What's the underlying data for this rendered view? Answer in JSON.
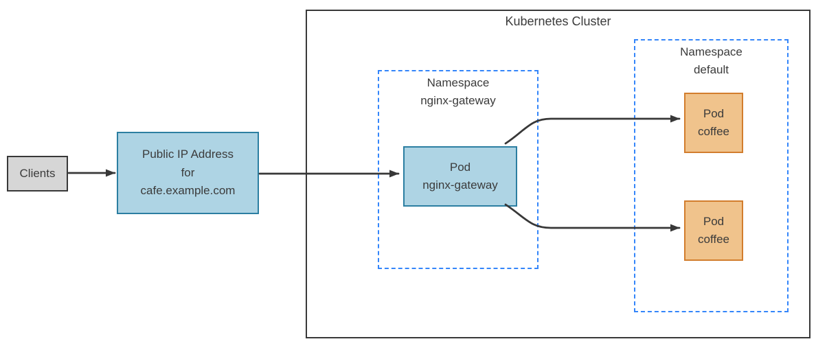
{
  "diagram": {
    "cluster_title": "Kubernetes Cluster",
    "nodes": {
      "clients": {
        "label": "Clients"
      },
      "public_ip": {
        "label": "Public IP Address\nfor\ncafe.example.com"
      },
      "namespace_gateway": {
        "label": "Namespace\nnginx-gateway"
      },
      "pod_gateway": {
        "label": "Pod\nnginx-gateway"
      },
      "namespace_default": {
        "label": "Namespace\ndefault"
      },
      "pod_coffee_1": {
        "label": "Pod\ncoffee"
      },
      "pod_coffee_2": {
        "label": "Pod\ncoffee"
      }
    },
    "edges": [
      {
        "from": "clients",
        "to": "public-ip"
      },
      {
        "from": "public-ip",
        "to": "pod-nginx-gateway"
      },
      {
        "from": "pod-nginx-gateway",
        "to": "pod-coffee-1"
      },
      {
        "from": "pod-nginx-gateway",
        "to": "pod-coffee-2"
      }
    ],
    "colors": {
      "node_blue_fill": "#aed4e4",
      "node_blue_border": "#2b7ea1",
      "node_orange_fill": "#f0c38c",
      "node_orange_border": "#d27d2d",
      "node_gray_fill": "#d6d6d6",
      "namespace_dash_border": "#3385fa",
      "outline": "#383838",
      "arrow": "#383838",
      "text": "#3b3b3b",
      "background": "#ffffff"
    }
  }
}
